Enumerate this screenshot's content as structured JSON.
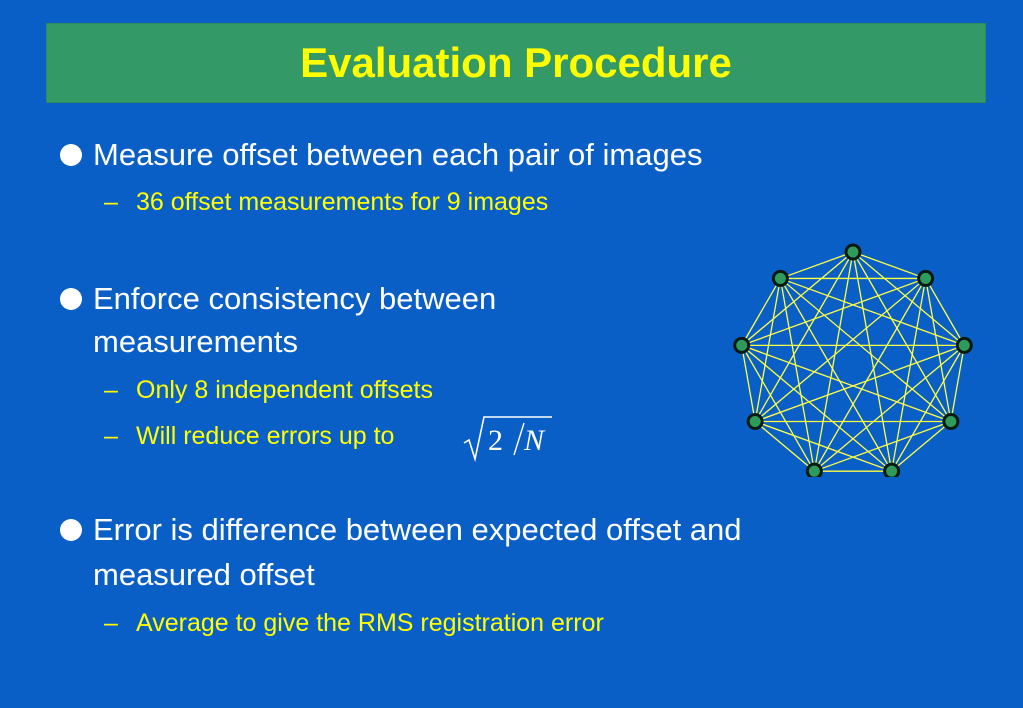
{
  "slide": {
    "title": "Evaluation Procedure",
    "bullets": [
      {
        "text": "Measure offset between each pair of images",
        "subs": [
          "36 offset measurements for 9 images"
        ]
      },
      {
        "text_line1": "Enforce consistency between",
        "text_line2": "measurements",
        "subs": [
          "Only 8 independent offsets",
          "Will reduce errors up to"
        ]
      },
      {
        "text_line1": "Error is difference between expected offset and",
        "text_line2": "measured offset",
        "subs": [
          "Average to give the RMS registration error"
        ]
      }
    ],
    "dash": "–",
    "formula": {
      "numerator": "2",
      "denominator": "N"
    }
  },
  "graph": {
    "node_count": 9,
    "edge_color": "#ffff44",
    "node_fill": "#2e9a5c",
    "node_stroke": "#0b1a10"
  },
  "colors": {
    "background": "#0a5fc7",
    "title_bar": "#339966",
    "title_text": "#ffff00",
    "bullet_text": "#ffffff",
    "sub_text": "#ffff00"
  }
}
